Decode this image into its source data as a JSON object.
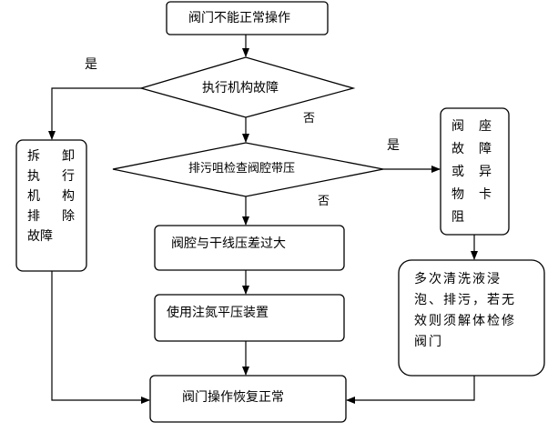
{
  "nodes": {
    "start": "阀门不能正常操作",
    "decision1": "执行机构故障",
    "decision2": "排污咀检查阀腔带压",
    "pressure_diff": "阀腔与干线压差过大",
    "nitrogen": "使用注氮平压装置",
    "result": "阀门操作恢复正常",
    "left_box": [
      "拆",
      "卸",
      "执",
      "行",
      "机",
      "构",
      "排",
      "除",
      "故障"
    ],
    "seat_box": [
      "阀",
      "座",
      "故",
      "障",
      "或",
      "异",
      "物",
      "卡",
      "阻"
    ],
    "clean_box": [
      "多次清洗液浸",
      "泡、排污，若无",
      "效则须解体检修",
      "阀门"
    ]
  },
  "edges": {
    "yes1": "是",
    "no1": "否",
    "yes2": "是",
    "no2": "否"
  }
}
